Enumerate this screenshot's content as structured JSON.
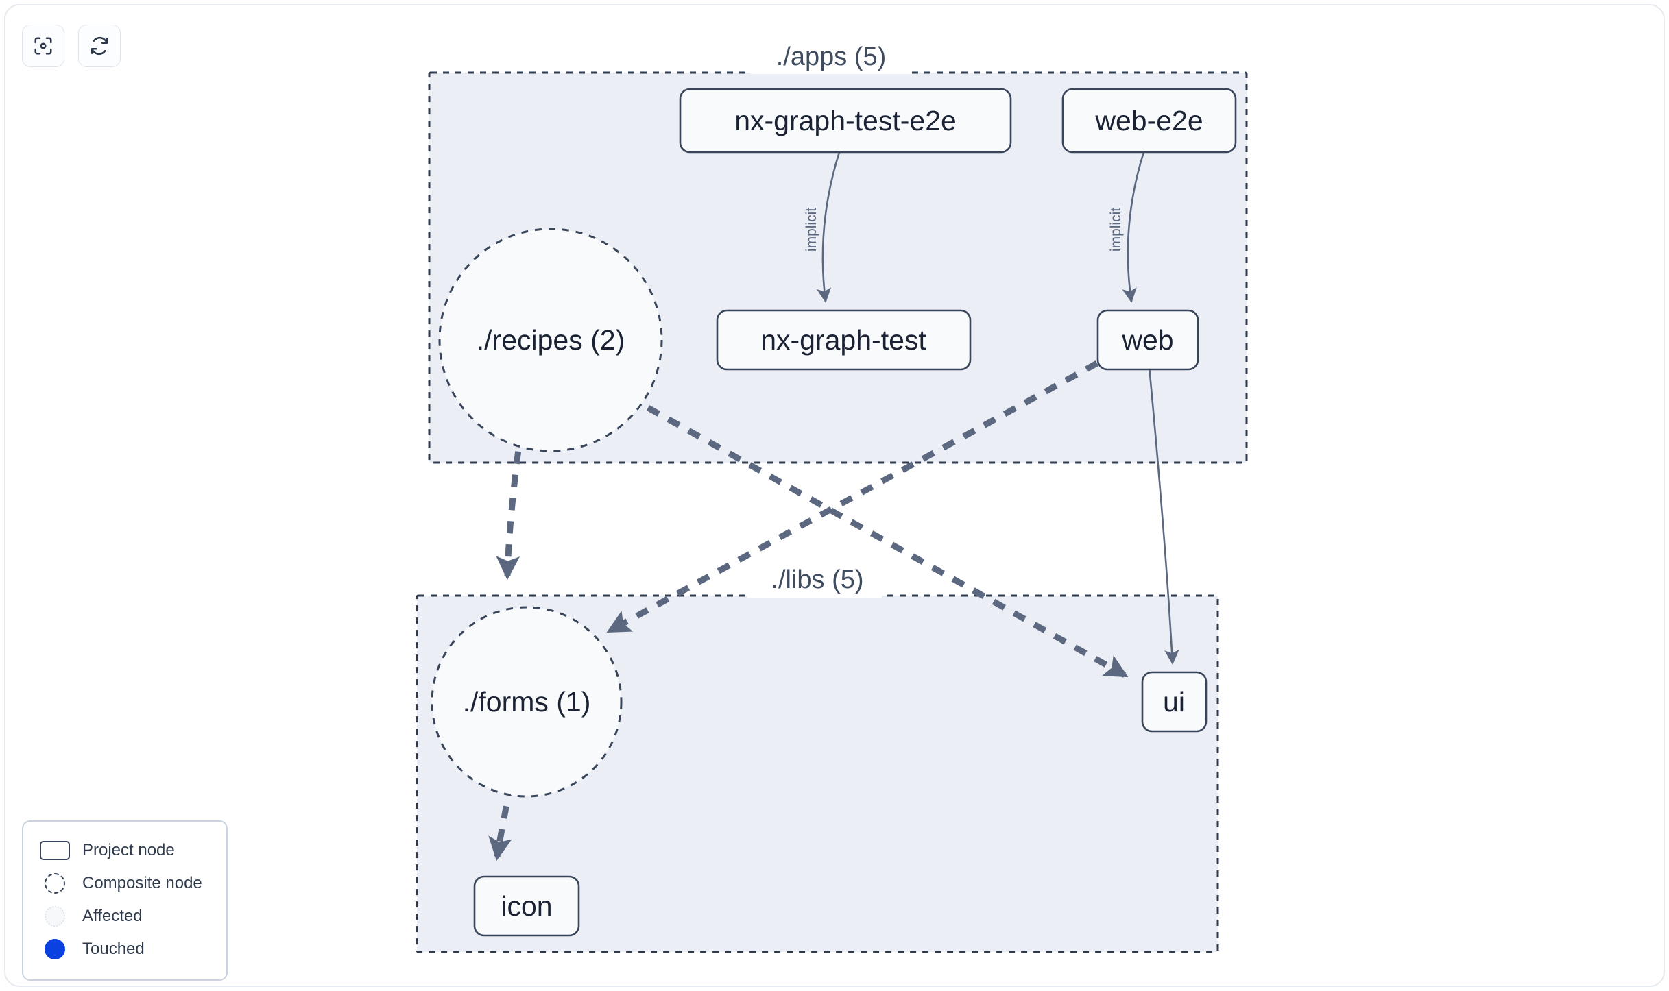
{
  "toolbar": {
    "buttons": [
      {
        "name": "focus-graph-button",
        "icon": "focus-target-icon",
        "title": "Focus graph"
      },
      {
        "name": "refresh-graph-button",
        "icon": "refresh-icon",
        "title": "Refresh graph"
      }
    ]
  },
  "graph": {
    "groups": [
      {
        "id": "apps",
        "label": "./apps (5)"
      },
      {
        "id": "libs",
        "label": "./libs (5)"
      }
    ],
    "nodes": [
      {
        "id": "nx-graph-test-e2e",
        "label": "nx-graph-test-e2e",
        "type": "project",
        "group": "apps"
      },
      {
        "id": "web-e2e",
        "label": "web-e2e",
        "type": "project",
        "group": "apps"
      },
      {
        "id": "nx-graph-test",
        "label": "nx-graph-test",
        "type": "project",
        "group": "apps"
      },
      {
        "id": "web",
        "label": "web",
        "type": "project",
        "group": "apps"
      },
      {
        "id": "recipes",
        "label": "./recipes (2)",
        "type": "composite",
        "group": "apps"
      },
      {
        "id": "forms",
        "label": "./forms (1)",
        "type": "composite",
        "group": "libs"
      },
      {
        "id": "icon",
        "label": "icon",
        "type": "project",
        "group": "libs"
      },
      {
        "id": "ui",
        "label": "ui",
        "type": "project",
        "group": "libs"
      }
    ],
    "edges": [
      {
        "from": "nx-graph-test-e2e",
        "to": "nx-graph-test",
        "label": "implicit",
        "style": "thin"
      },
      {
        "from": "web-e2e",
        "to": "web",
        "label": "implicit",
        "style": "thin"
      },
      {
        "from": "web",
        "to": "ui",
        "label": "",
        "style": "thin"
      },
      {
        "from": "recipes",
        "to": "forms",
        "label": "",
        "style": "thick-dashed"
      },
      {
        "from": "recipes",
        "to": "ui",
        "label": "",
        "style": "thick-dashed"
      },
      {
        "from": "web",
        "to": "forms",
        "label": "",
        "style": "thick-dashed"
      },
      {
        "from": "forms",
        "to": "icon",
        "label": "",
        "style": "thick-dashed"
      }
    ]
  },
  "legend": {
    "items": [
      {
        "swatch": "project-node-swatch",
        "label": "Project node"
      },
      {
        "swatch": "composite-node-swatch",
        "label": "Composite node"
      },
      {
        "swatch": "affected-swatch",
        "label": "Affected"
      },
      {
        "swatch": "touched-swatch",
        "label": "Touched"
      }
    ]
  },
  "colors": {
    "group_fill": "#ebeff5",
    "node_fill": "#f8fafc",
    "stroke": "#39455a",
    "edge": "#5b6880",
    "touched": "#0b41e0"
  }
}
